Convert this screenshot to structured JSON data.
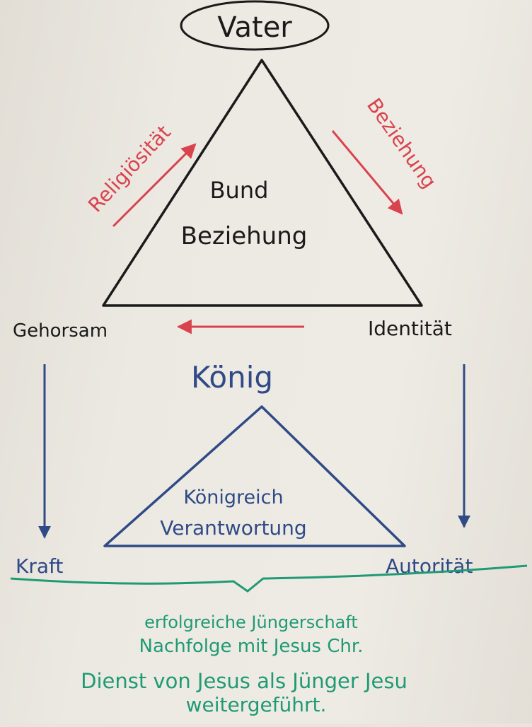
{
  "colors": {
    "black": "#1a1a1a",
    "red": "#d9434e",
    "blue": "#2f4a86",
    "green": "#1f9a75"
  },
  "top": {
    "vater": "Vater",
    "center_line1": "Bund",
    "center_line2": "Beziehung",
    "left_arrow_label": "Religiösität",
    "right_arrow_label": "Beziehung"
  },
  "corners_top": {
    "left": "Gehorsam",
    "right": "Identität"
  },
  "bottom": {
    "title": "König",
    "center_line1": "Königreich",
    "center_line2": "Verantwortung"
  },
  "corners_bottom": {
    "left": "Kraft",
    "right": "Autorität"
  },
  "summary": {
    "line1": "erfolgreiche Jüngerschaft",
    "line2": "Nachfolge mit Jesus Chr.",
    "line3": "Dienst von Jesus als Jünger Jesu",
    "line4": "weitergeführt."
  }
}
